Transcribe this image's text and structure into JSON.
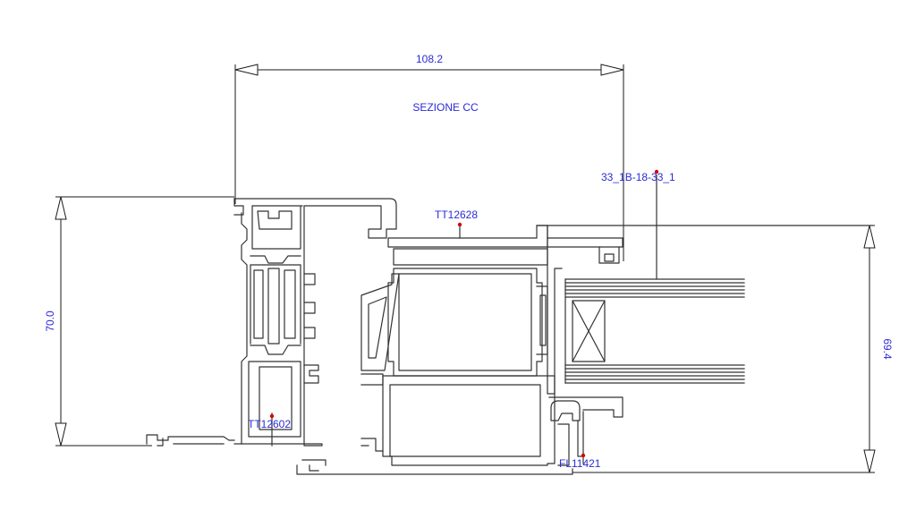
{
  "title": "SEZIONE CC",
  "dimensions": {
    "top_width": "108.2",
    "left_height": "70.0",
    "right_height": "69.4"
  },
  "parts": {
    "upper_profile": "TT12628",
    "glazing": "33_1B-18-33_1",
    "left_profile": "TT12602",
    "bottom_profile": "FL11421"
  },
  "colors": {
    "label": "#2b2bd6",
    "line": "#333333",
    "reference_point": "#d40000",
    "background": "#ffffff"
  }
}
